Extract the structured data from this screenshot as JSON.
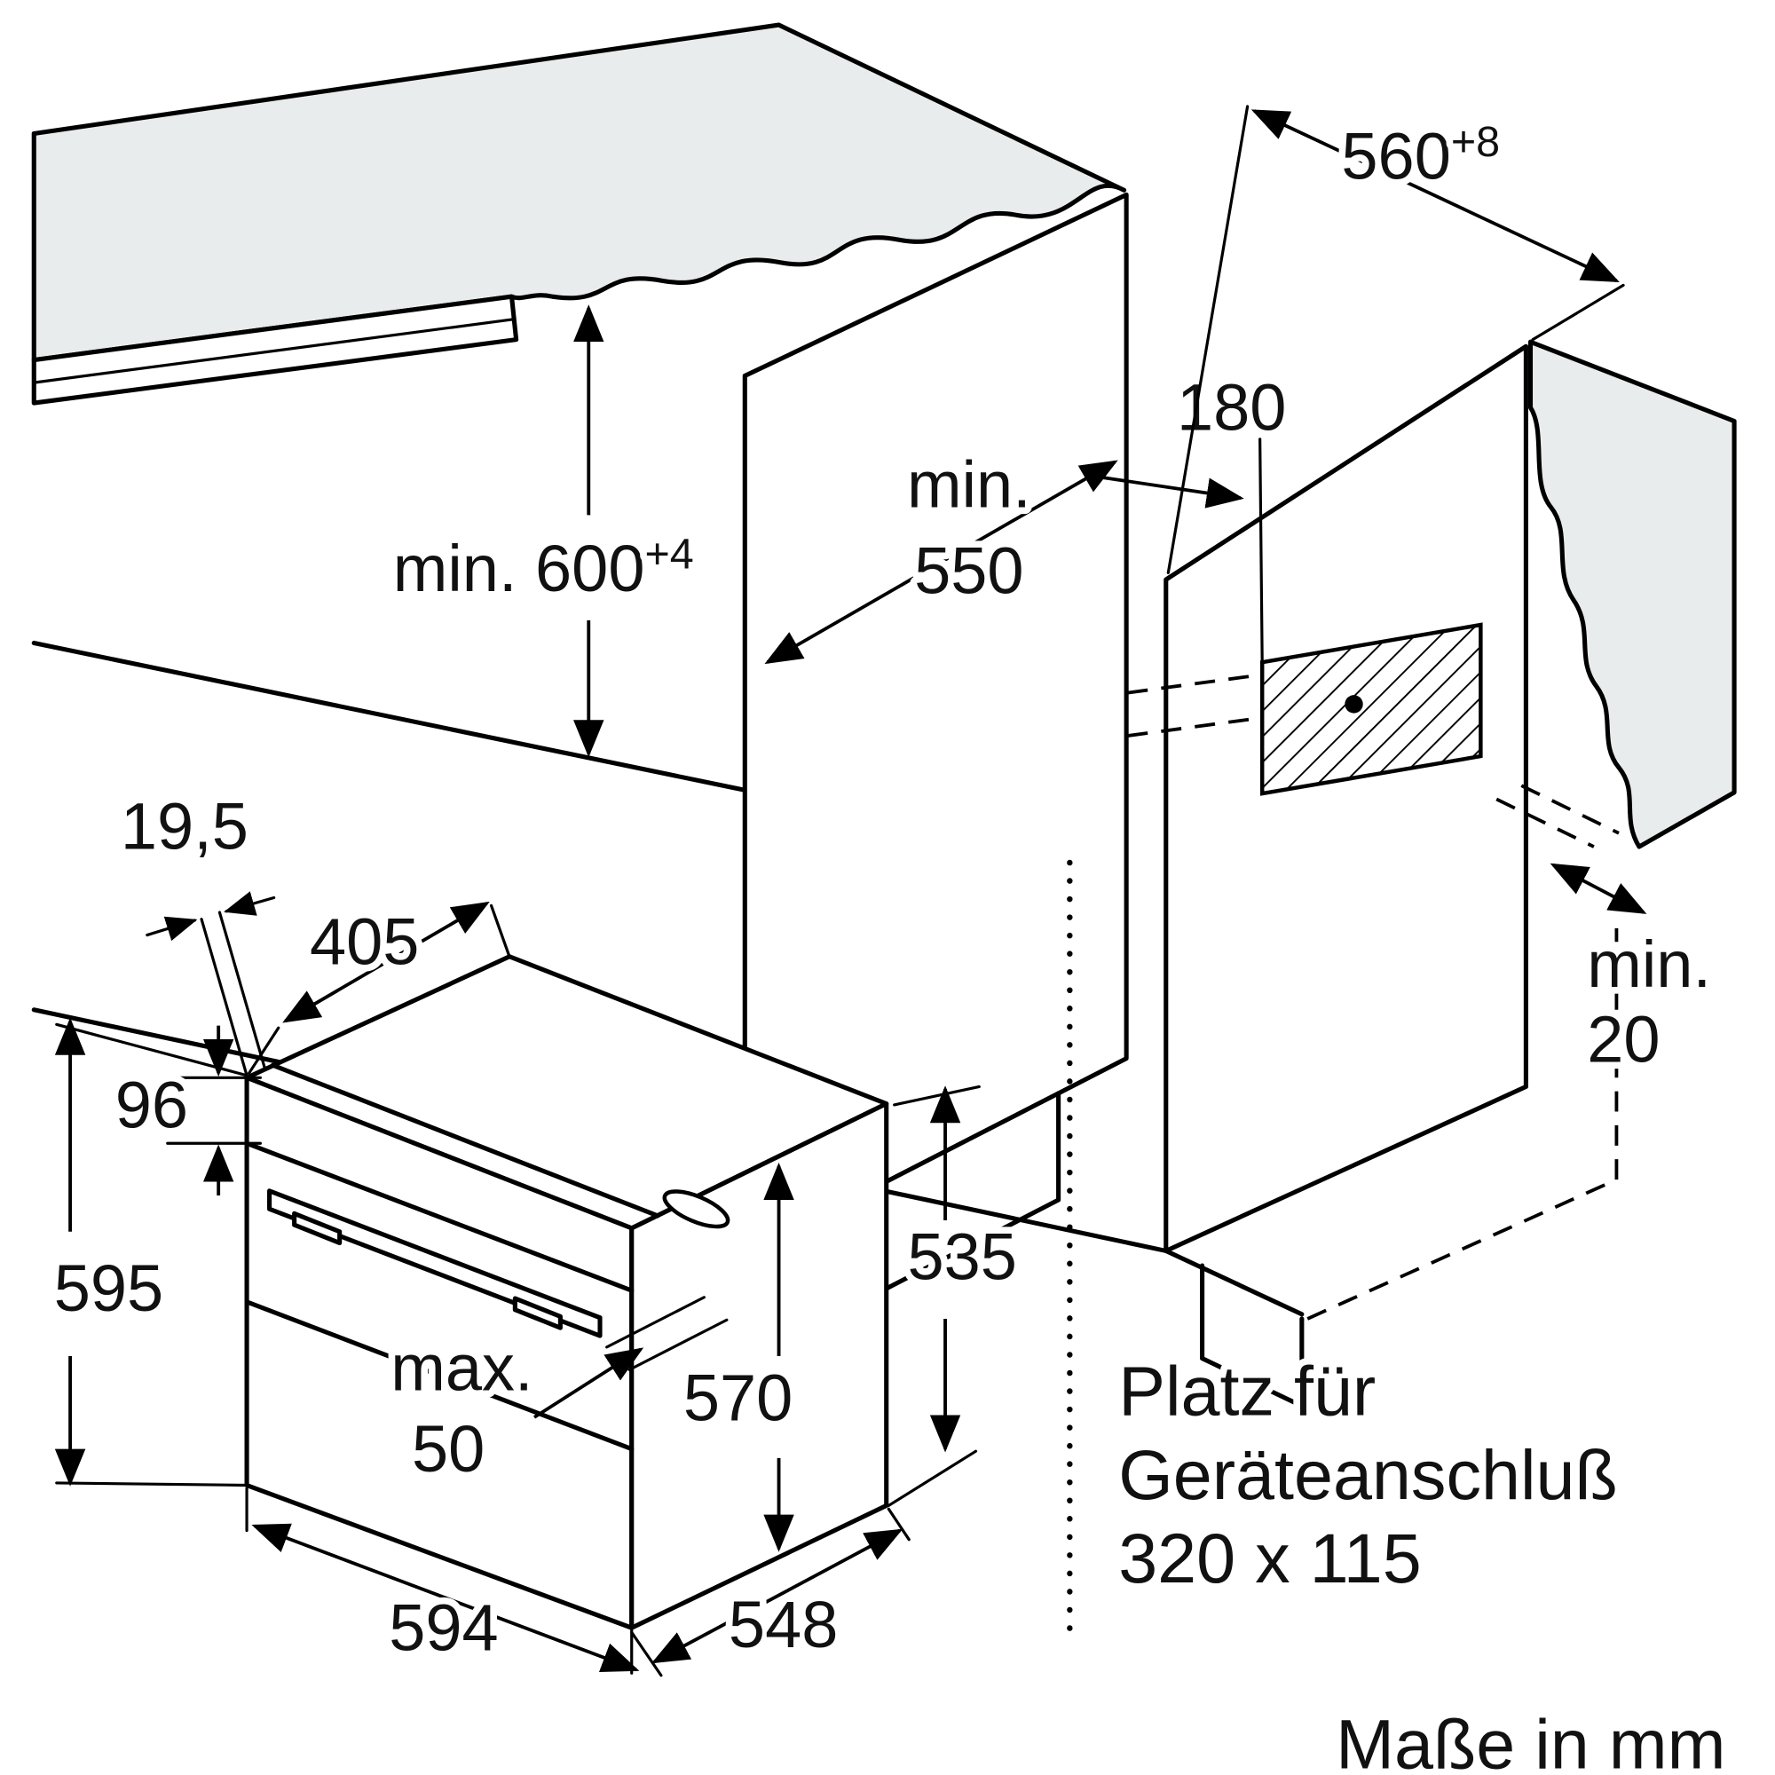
{
  "colors": {
    "surface_gray": "#e9ecec",
    "line": "#000000",
    "text": "#111111"
  },
  "dimensions": {
    "niche_height": {
      "text": "min. 600",
      "sup": "+4"
    },
    "niche_depth_line1": "min.",
    "niche_depth_line2": "550",
    "connection_offset": "180",
    "niche_width": {
      "text": "560",
      "sup": "+8"
    },
    "rear_gap_line1": "min.",
    "rear_gap_line2": "20",
    "flange_depth": "19,5",
    "top_depth": "405",
    "panel_height": "96",
    "total_height": "595",
    "handle_line1": "max.",
    "handle_line2": "50",
    "door_height": "570",
    "body_height": "535",
    "body_width": "594",
    "body_depth": "548"
  },
  "notes": {
    "connection_line1": "Platz für",
    "connection_line2": "Geräteanschluß",
    "connection_line3": "320 x 115",
    "units": "Maße in mm"
  }
}
